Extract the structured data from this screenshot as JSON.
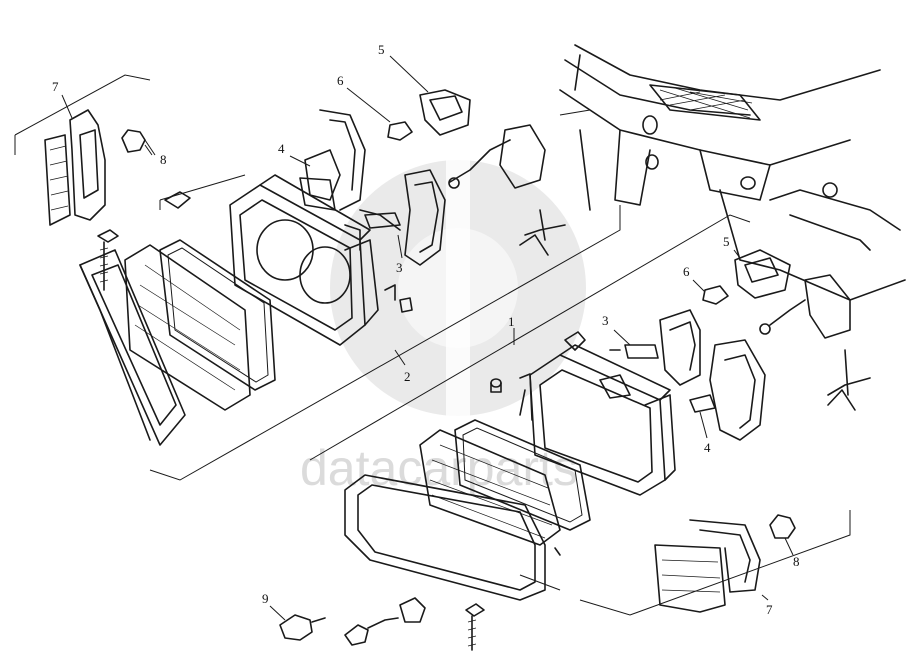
{
  "watermark": {
    "text": "datacarparts",
    "color": "#c8c8c8"
  },
  "callouts": [
    {
      "id": "c7a",
      "label": "7"
    },
    {
      "id": "c8a",
      "label": "8"
    },
    {
      "id": "c4a",
      "label": "4"
    },
    {
      "id": "c5a",
      "label": "5"
    },
    {
      "id": "c6a",
      "label": "6"
    },
    {
      "id": "c3a",
      "label": "3"
    },
    {
      "id": "c2",
      "label": "2"
    },
    {
      "id": "c1",
      "label": "1"
    },
    {
      "id": "c3b",
      "label": "3"
    },
    {
      "id": "c5b",
      "label": "5"
    },
    {
      "id": "c6b",
      "label": "6"
    },
    {
      "id": "c4b",
      "label": "4"
    },
    {
      "id": "c8b",
      "label": "8"
    },
    {
      "id": "c7b",
      "label": "7"
    },
    {
      "id": "c9",
      "label": "9"
    }
  ]
}
